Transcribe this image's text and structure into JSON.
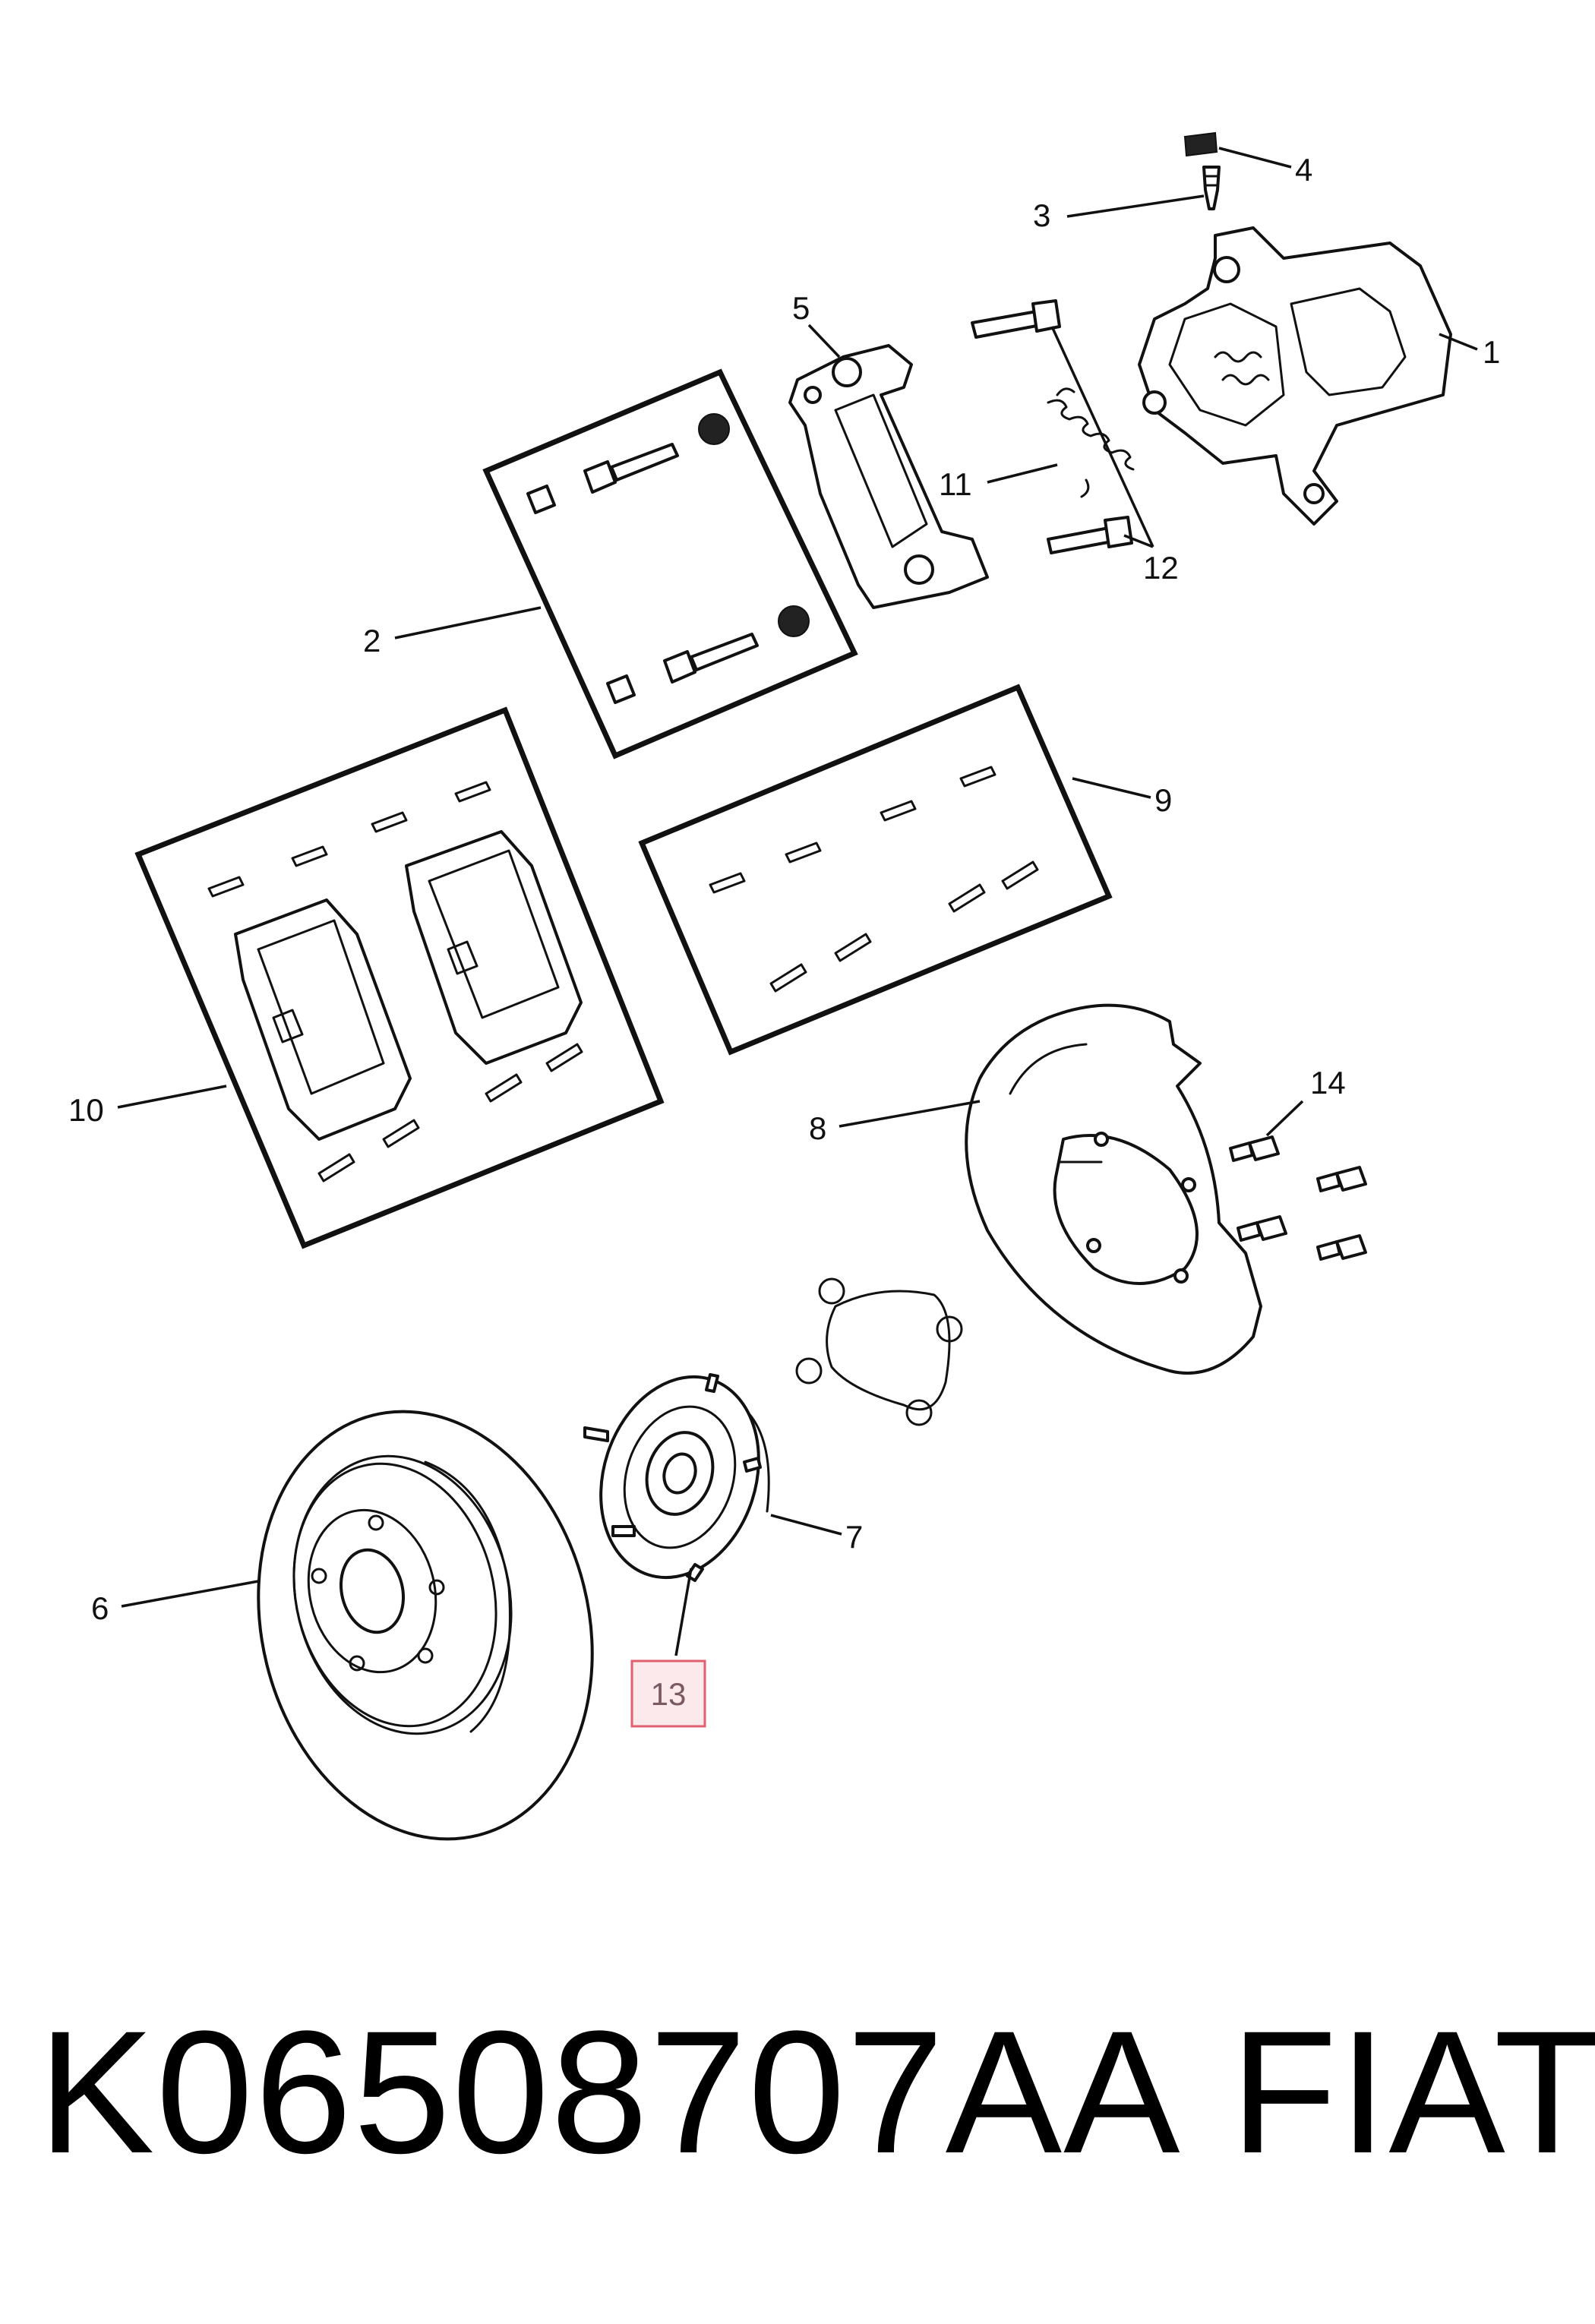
{
  "callouts": {
    "c1": "1",
    "c2": "2",
    "c3": "3",
    "c4": "4",
    "c5": "5",
    "c6": "6",
    "c7": "7",
    "c8": "8",
    "c9": "9",
    "c10": "10",
    "c11": "11",
    "c12": "12",
    "c13": "13",
    "c14": "14"
  },
  "highlighted_callout": "13",
  "highlight_color": "#e06070",
  "footer": {
    "part_number": "K06508707AA",
    "brand": "FIAT"
  }
}
